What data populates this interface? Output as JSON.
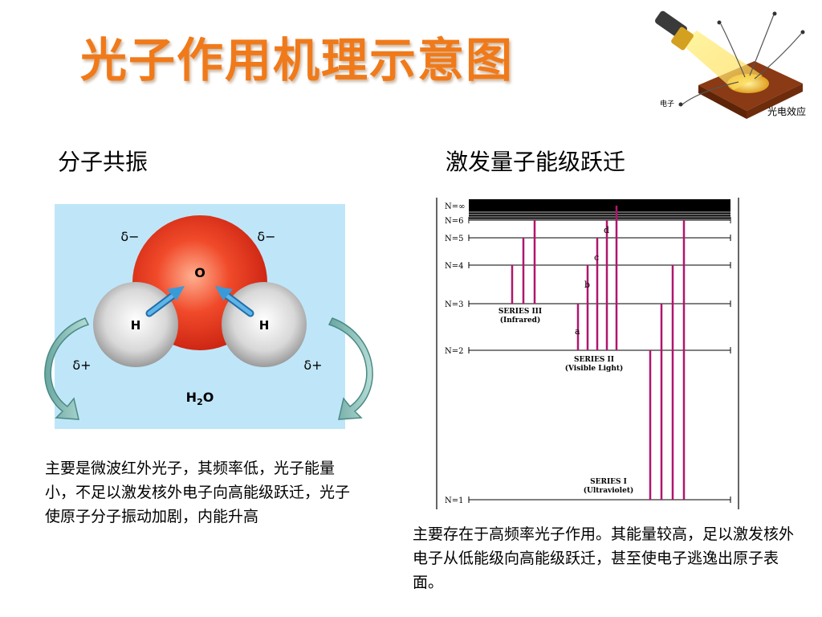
{
  "title": "光子作用机理示意图",
  "photoelectric": {
    "caption": "光电效应",
    "electron_label": "电子"
  },
  "left": {
    "heading": "分子共振",
    "molecule": {
      "oxygen": "O",
      "hydrogen_left": "H",
      "hydrogen_right": "H",
      "delta_minus_left": "δ−",
      "delta_minus_right": "δ−",
      "delta_plus_left": "δ+",
      "delta_plus_right": "δ+",
      "formula_main": "H",
      "formula_sub": "2",
      "formula_end": "O"
    },
    "description": "主要是微波红外光子，其频率低，光子能量小，不足以激发核外电子向高能级跃迁，光子使原子分子振动加剧，内能升高"
  },
  "right": {
    "heading": "激发量子能级跃迁",
    "diagram": {
      "levels": [
        {
          "label": "N=1",
          "n": 1
        },
        {
          "label": "N=2",
          "n": 2
        },
        {
          "label": "N=3",
          "n": 3
        },
        {
          "label": "N=4",
          "n": 4
        },
        {
          "label": "N=5",
          "n": 5
        },
        {
          "label": "N=6",
          "n": 6
        },
        {
          "label": "N=∞",
          "n": 99
        }
      ],
      "series": [
        {
          "name": "SERIES III",
          "note": "(Infrared)",
          "to": 3,
          "from": [
            4,
            5,
            6
          ]
        },
        {
          "name": "SERIES II",
          "note": "(Visible Light)",
          "to": 2,
          "from": [
            3,
            4,
            5,
            6,
            99
          ]
        },
        {
          "name": "SERIES I",
          "note": "(Ultraviolet)",
          "to": 1,
          "from": [
            2,
            3,
            4,
            6
          ]
        }
      ],
      "line_letters": [
        "a",
        "b",
        "c",
        "d"
      ]
    },
    "description": "主要存在于高频率光子作用。其能量较高，足以激发核外电子从低能级向高能级跃迁，甚至使电子逃逸出原子表面。"
  },
  "colors": {
    "title": "#f07a1a",
    "transition_line": "#b0166e",
    "panel_bg": "#bfe6f8",
    "oxygen": "#e8321e",
    "arrow": "#3a9ad8"
  }
}
